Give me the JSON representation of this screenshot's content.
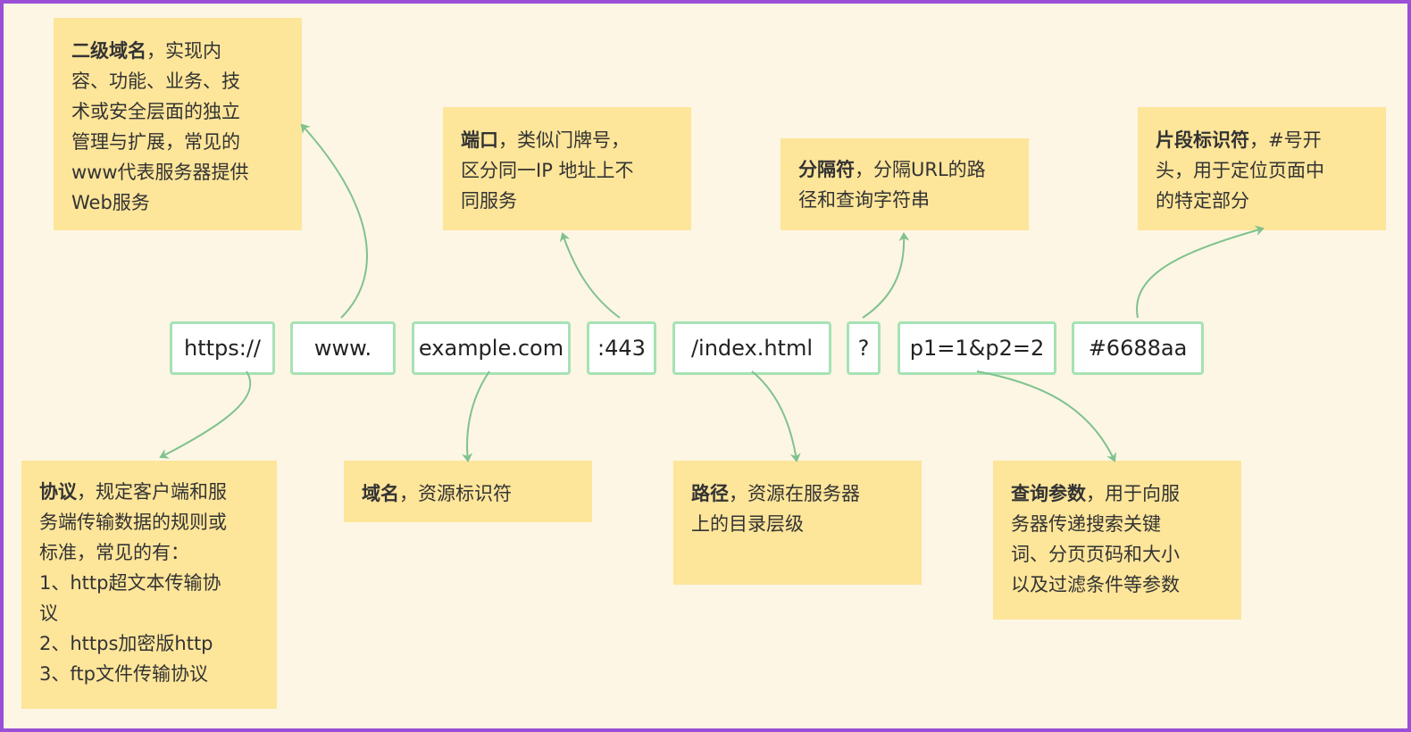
{
  "parts": {
    "protocol": "https://",
    "subdomain": "www.",
    "domain": "example.com",
    "port": ":443",
    "path": "/index.html",
    "separator": "?",
    "query": "p1=1&p2=2",
    "fragment": "#6688aa"
  },
  "notes": {
    "subdomain": {
      "title": "二级域名",
      "lines": [
        "，实现内",
        "容、功能、业务、技",
        "术或安全层面的独立",
        "管理与扩展，常见的",
        "www代表服务器提供",
        "Web服务"
      ]
    },
    "port": {
      "title": "端口",
      "lines": [
        "，类似门牌号，",
        "区分同一IP 地址上不",
        "同服务"
      ]
    },
    "separator": {
      "title": "分隔符",
      "lines": [
        "，分隔URL的路",
        "径和查询字符串"
      ]
    },
    "fragment": {
      "title": "片段标识符",
      "lines": [
        "，#号开",
        "头，用于定位页面中",
        "的特定部分"
      ]
    },
    "protocol": {
      "title": "协议",
      "lines": [
        "，规定客户端和服",
        "务端传输数据的规则或",
        "标准，常见的有：",
        "1、http超文本传输协",
        "议",
        "2、https加密版http",
        "3、ftp文件传输协议"
      ]
    },
    "domain": {
      "title": "域名",
      "lines": [
        "，资源标识符"
      ]
    },
    "path": {
      "title": "路径",
      "lines": [
        "，资源在服务器",
        "上的目录层级"
      ]
    },
    "query": {
      "title": "查询参数",
      "lines": [
        "，用于向服",
        "务器传递搜索关键",
        "词、分页页码和大小",
        "以及过滤条件等参数"
      ]
    }
  },
  "colors": {
    "border": "#9b4fd6",
    "background": "#fdf6e4",
    "note": "#fde59a",
    "box_border": "#a6e2b4",
    "arrow": "#7fc28e"
  }
}
